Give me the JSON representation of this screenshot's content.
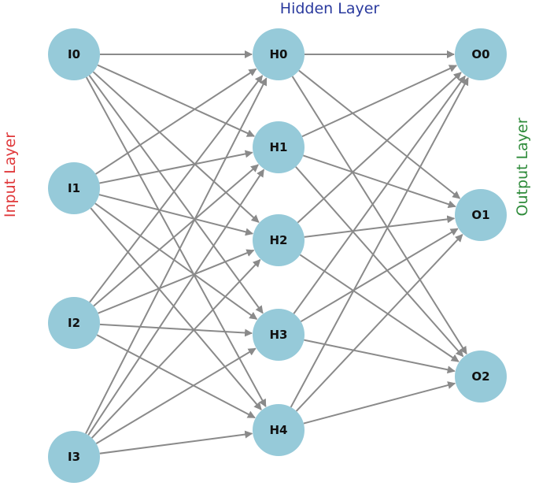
{
  "titles": {
    "input": "Input Layer",
    "hidden": "Hidden Layer",
    "output": "Output Layer"
  },
  "colors": {
    "node_fill": "#96cad9",
    "edge": "#8a8a8a",
    "input_title": "#e0393b",
    "hidden_title": "#2a3a9e",
    "output_title": "#2e8b3a"
  },
  "layers": {
    "input": [
      "I0",
      "I1",
      "I2",
      "I3"
    ],
    "hidden": [
      "H0",
      "H1",
      "H2",
      "H3",
      "H4"
    ],
    "output": [
      "O0",
      "O1",
      "O2"
    ]
  }
}
